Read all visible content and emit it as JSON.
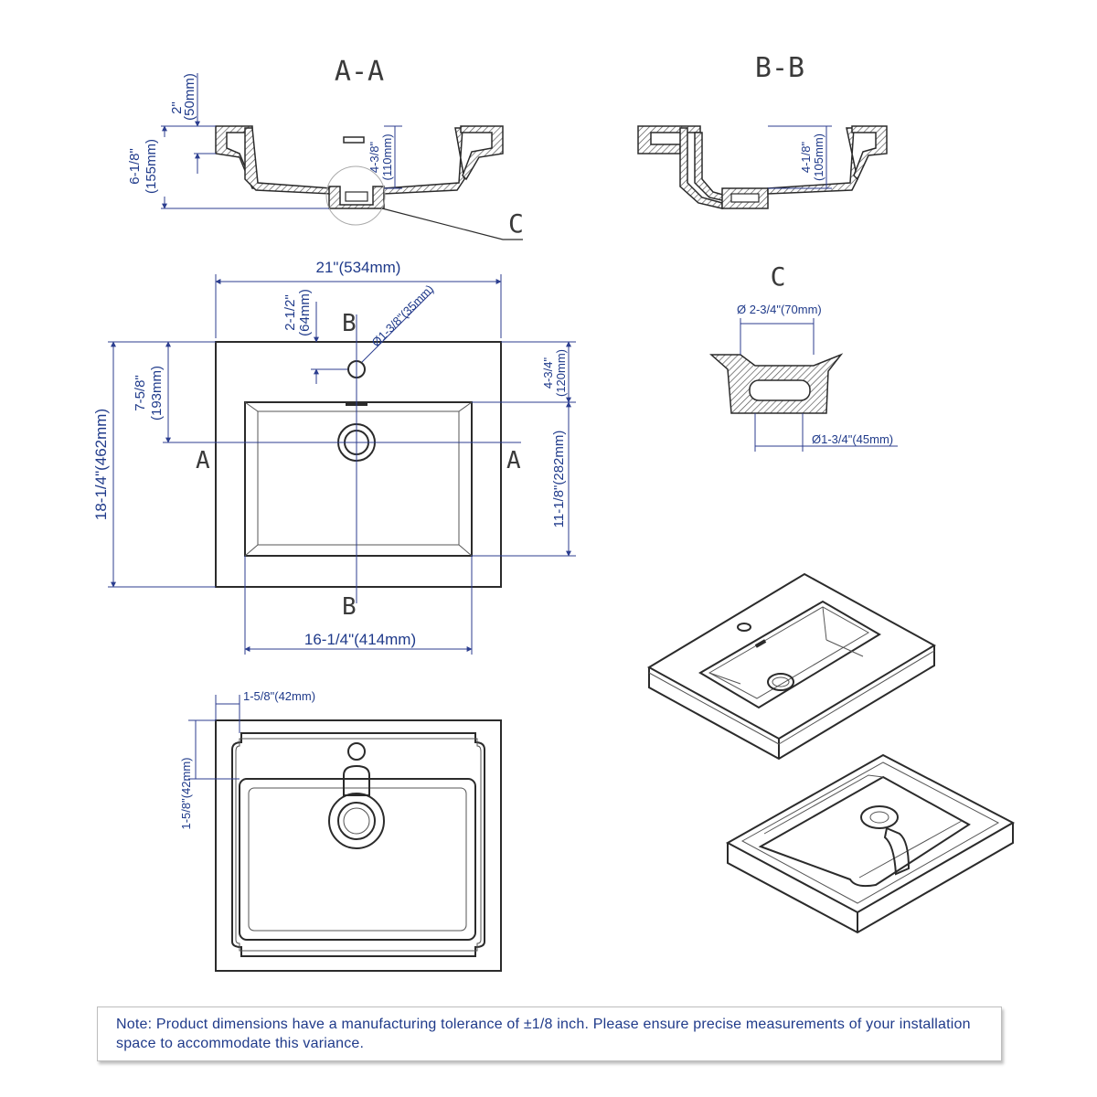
{
  "sections": {
    "aa_title": "A-A",
    "bb_title": "B-B",
    "c_title": "C",
    "c_callout": "C",
    "mark_a": "A",
    "mark_b": "B"
  },
  "dimensions": {
    "aa_top": "2\"",
    "aa_top_mm": "(50mm)",
    "aa_height": "6-1/8\"",
    "aa_height_mm": "(155mm)",
    "aa_bowl": "4-3/8\"",
    "aa_bowl_mm": "(110mm)",
    "bb_bowl": "4-1/8\"",
    "bb_bowl_mm": "(105mm)",
    "width": "21\"(534mm)",
    "faucet_offset": "2-1/2\"",
    "faucet_offset_mm": "(64mm)",
    "faucet_hole": "Ø1-3/8\"(35mm)",
    "drain_center": "7-5/8\"",
    "drain_center_mm": "(193mm)",
    "depth": "18-1/4\"(462mm)",
    "back_to_bowl": "4-3/4\"",
    "back_to_bowl_mm": "(120mm)",
    "bowl_depth": "11-1/8\"(282mm)",
    "bowl_width": "16-1/4\"(414mm)",
    "drain_outer": "Ø 2-3/4\"(70mm)",
    "drain_inner": "Ø1-3/4\"(45mm)",
    "rim_side": "1-5/8\"(42mm)",
    "rim_back": "1-5/8\"(42mm)"
  },
  "note": {
    "text": "Note: Product dimensions have a manufacturing tolerance of ±1/8 inch. Please ensure precise measurements of your installation space to accommodate this variance."
  },
  "colors": {
    "dimension": "#1f3a8a",
    "outline": "#2b2b2b"
  }
}
